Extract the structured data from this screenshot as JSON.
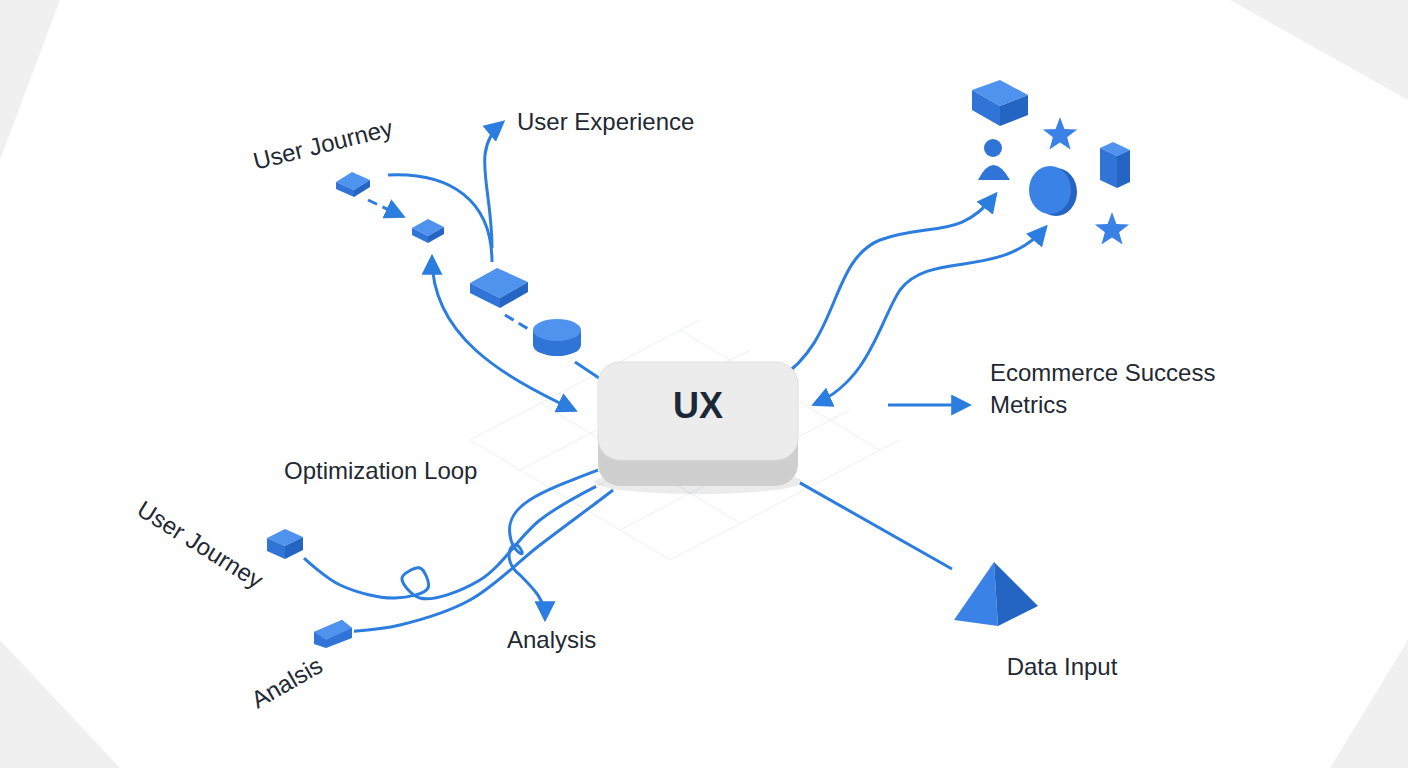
{
  "diagram": {
    "nodes": [
      {
        "text": [
          "UX"
        ]
      },
      {
        "text": [
          "User Journey"
        ]
      },
      {
        "text": [
          "Analsis"
        ]
      },
      {
        "text": [
          "Data Input"
        ]
      }
    ],
    "edges": [
      {
        "from": 1,
        "to": 0,
        "arrow": "none"
      },
      {
        "from": 2,
        "to": 0,
        "arrow": "none"
      },
      {
        "from": 0,
        "to": 3,
        "arrow": "none"
      }
    ],
    "labels": [
      "User Journey",
      "User Experience",
      "Ecommerce Success Metrics",
      "Optimization Loop",
      "Analysis"
    ]
  }
}
